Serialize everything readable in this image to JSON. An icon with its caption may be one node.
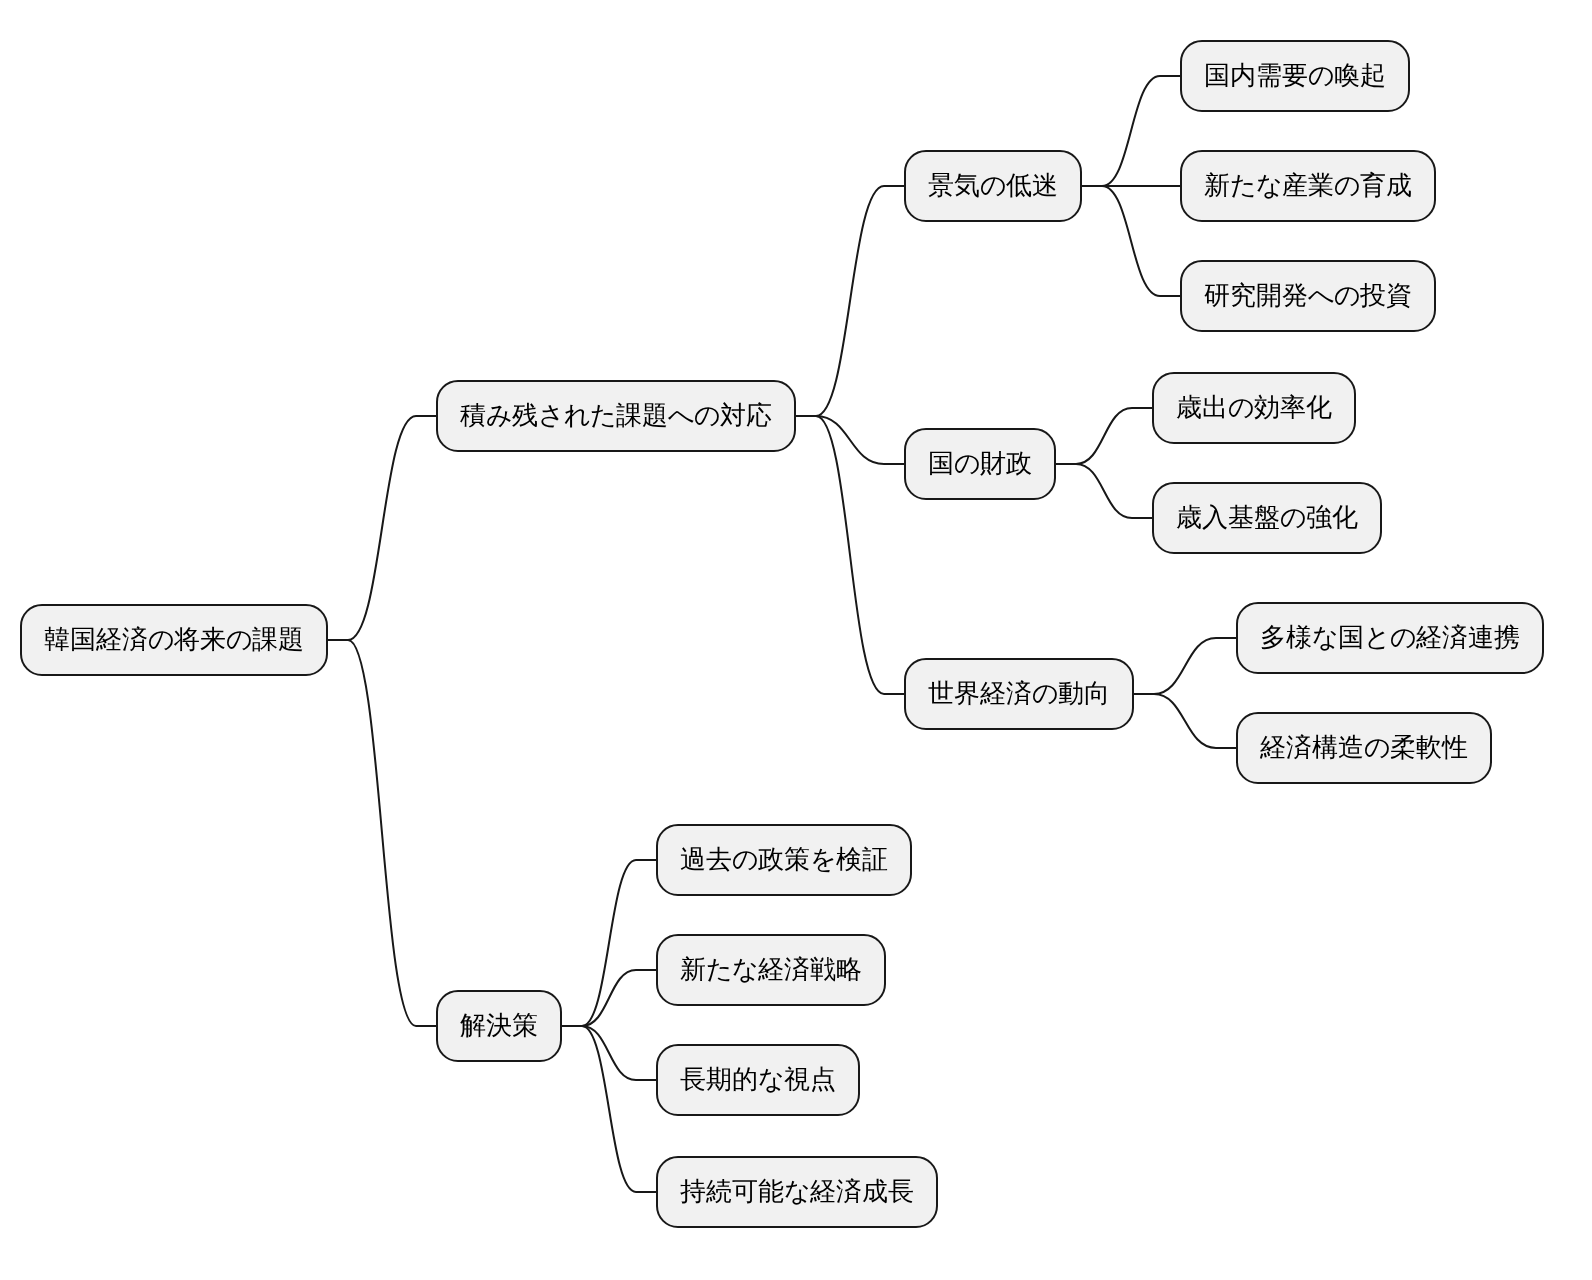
{
  "diagram": {
    "nodes": [
      {
        "text": [
          "韓国経済の将来の課題"
        ]
      },
      {
        "text": [
          "積み残された課題への対応"
        ]
      },
      {
        "text": [
          "景気の低迷"
        ]
      },
      {
        "text": [
          "国内需要の喚起"
        ]
      },
      {
        "text": [
          "新たな産業の育成"
        ]
      },
      {
        "text": [
          "研究開発への投資"
        ]
      },
      {
        "text": [
          "国の財政"
        ]
      },
      {
        "text": [
          "歳出の効率化"
        ]
      },
      {
        "text": [
          "歳入基盤の強化"
        ]
      },
      {
        "text": [
          "世界経済の動向"
        ]
      },
      {
        "text": [
          "多様な国との経済連携"
        ]
      },
      {
        "text": [
          "経済構造の柔軟性"
        ]
      },
      {
        "text": [
          "解決策"
        ]
      },
      {
        "text": [
          "過去の政策を検証"
        ]
      },
      {
        "text": [
          "新たな経済戦略"
        ]
      },
      {
        "text": [
          "長期的な視点"
        ]
      },
      {
        "text": [
          "持続可能な経済成長"
        ]
      }
    ],
    "edges": [
      {
        "from": 0,
        "to": 1,
        "arrow": "none"
      },
      {
        "from": 1,
        "to": 2,
        "arrow": "none"
      },
      {
        "from": 2,
        "to": 3,
        "arrow": "none"
      },
      {
        "from": 2,
        "to": 4,
        "arrow": "none"
      },
      {
        "from": 2,
        "to": 5,
        "arrow": "none"
      },
      {
        "from": 1,
        "to": 6,
        "arrow": "none"
      },
      {
        "from": 6,
        "to": 7,
        "arrow": "none"
      },
      {
        "from": 6,
        "to": 8,
        "arrow": "none"
      },
      {
        "from": 1,
        "to": 9,
        "arrow": "none"
      },
      {
        "from": 9,
        "to": 10,
        "arrow": "none"
      },
      {
        "from": 9,
        "to": 11,
        "arrow": "none"
      },
      {
        "from": 0,
        "to": 12,
        "arrow": "none"
      },
      {
        "from": 12,
        "to": 13,
        "arrow": "none"
      },
      {
        "from": 12,
        "to": 14,
        "arrow": "none"
      },
      {
        "from": 12,
        "to": 15,
        "arrow": "none"
      },
      {
        "from": 12,
        "to": 16,
        "arrow": "none"
      }
    ]
  }
}
